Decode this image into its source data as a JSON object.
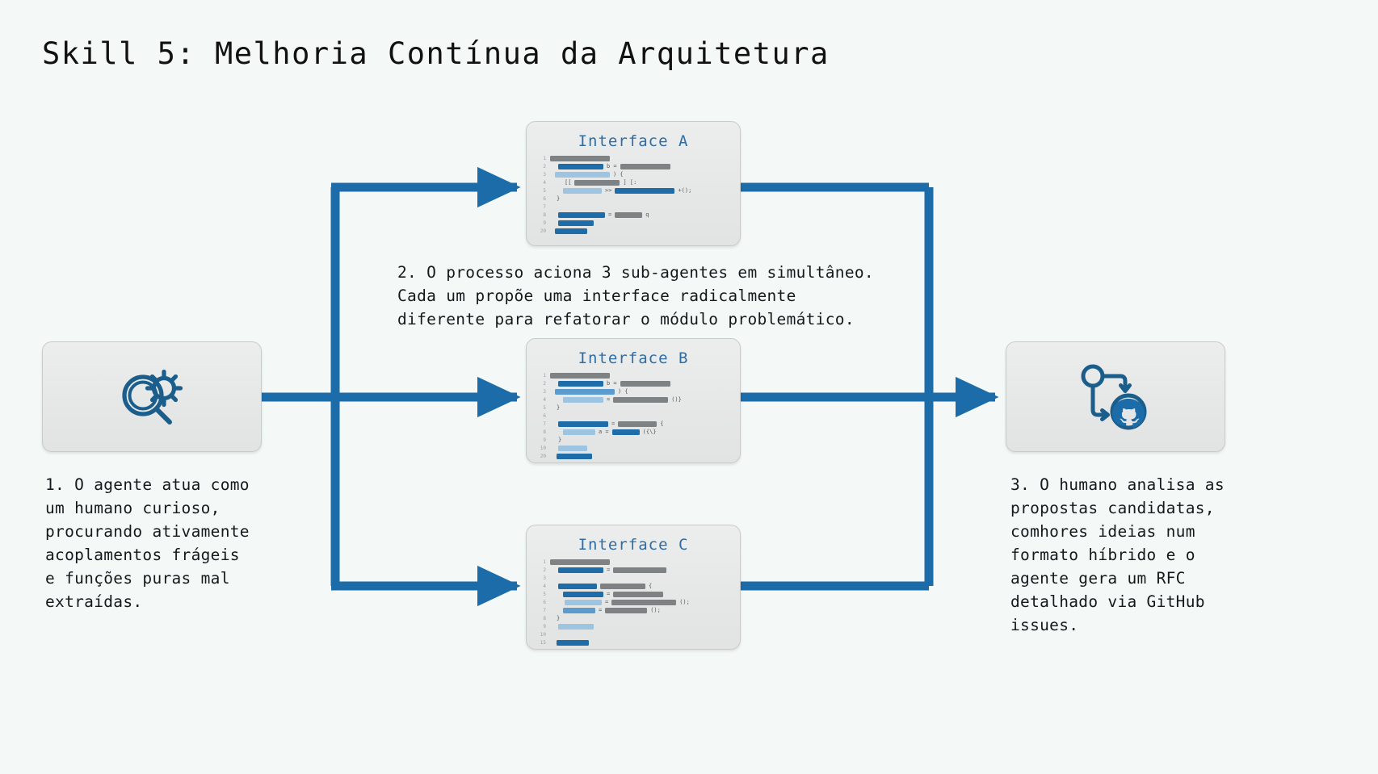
{
  "page": {
    "title": "Skill 5: Melhoria Contínua da Arquitetura",
    "background_color": "#f4f9f8",
    "accent_color": "#1b6ca8",
    "card_color": "#e8e9e9",
    "title_color": "#111111"
  },
  "nodes": {
    "agent": {
      "icon": "magnifier-gear-icon",
      "caption": "1. O agente atua como\num humano curioso,\nprocurando ativamente\nacoplamentos frágeis\ne funções puras mal\nextraídas."
    },
    "human": {
      "icon": "github-flow-icon",
      "caption": "3. O humano analisa as\npropostas candidatas,\ncomhores ideias num\nformato híbrido e o\nagente gera um RFC\ndetalhado via GitHub\nissues."
    },
    "middle_caption": "2. O processo aciona 3 sub-agentes em simultâneo.\nCada um propõe uma interface radicalmente\ndiferente para refatorar o módulo problemático."
  },
  "interfaces": [
    {
      "id": "a",
      "title": "Interface A",
      "line_numbers": [
        "1",
        "2",
        "3",
        "4",
        "5",
        "6",
        "7",
        "8",
        "9",
        "20"
      ],
      "code_lines": [
        [
          {
            "w": 74,
            "c": "dark"
          }
        ],
        [
          {
            "indent": 10
          },
          {
            "w": 56,
            "c": "blue"
          },
          {
            "p": "b ="
          },
          {
            "w": 62,
            "c": "dark"
          }
        ],
        [
          {
            "indent": 6
          },
          {
            "w": 68,
            "c": "lblue"
          },
          {
            "p": ") {"
          }
        ],
        [
          {
            "indent": 18
          },
          {
            "p": "[["
          },
          {
            "w": 56,
            "c": "dark"
          },
          {
            "p": "] [:"
          }
        ],
        [
          {
            "indent": 16
          },
          {
            "w": 48,
            "c": "lblue"
          },
          {
            "p": ">>"
          },
          {
            "w": 74,
            "c": "blue"
          },
          {
            "p": "+();"
          }
        ],
        [
          {
            "indent": 8
          },
          {
            "p": "}"
          }
        ],
        [],
        [
          {
            "indent": 10
          },
          {
            "w": 58,
            "c": "blue"
          },
          {
            "p": "="
          },
          {
            "w": 34,
            "c": "dark"
          },
          {
            "p": "q"
          }
        ],
        [
          {
            "indent": 10
          },
          {
            "w": 44,
            "c": "blue"
          }
        ],
        [
          {
            "indent": 6
          },
          {
            "w": 40,
            "c": "blue"
          }
        ]
      ]
    },
    {
      "id": "b",
      "title": "Interface B",
      "line_numbers": [
        "1",
        "2",
        "3",
        "4",
        "5",
        "6",
        "7",
        "8",
        "9",
        "10",
        "20"
      ],
      "code_lines": [
        [
          {
            "w": 74,
            "c": "dark"
          }
        ],
        [
          {
            "indent": 10
          },
          {
            "w": 56,
            "c": "blue"
          },
          {
            "p": "b ="
          },
          {
            "w": 62,
            "c": "dark"
          }
        ],
        [
          {
            "indent": 6
          },
          {
            "w": 74,
            "c": "mblue"
          },
          {
            "p": ") {"
          }
        ],
        [
          {
            "indent": 16
          },
          {
            "w": 50,
            "c": "lblue"
          },
          {
            "p": "="
          },
          {
            "w": 68,
            "c": "dark"
          },
          {
            "p": "()}"
          }
        ],
        [
          {
            "indent": 8
          },
          {
            "p": "}"
          }
        ],
        [],
        [
          {
            "indent": 10
          },
          {
            "w": 62,
            "c": "blue"
          },
          {
            "p": "="
          },
          {
            "w": 48,
            "c": "dark"
          },
          {
            "p": "{"
          }
        ],
        [
          {
            "indent": 16
          },
          {
            "w": 40,
            "c": "lblue"
          },
          {
            "p": "a ="
          },
          {
            "w": 34,
            "c": "blue"
          },
          {
            "p": "({\\}"
          }
        ],
        [
          {
            "indent": 10
          },
          {
            "p": "}"
          }
        ],
        [
          {
            "indent": 10
          },
          {
            "w": 36,
            "c": "lblue"
          }
        ],
        [
          {
            "indent": 8
          },
          {
            "w": 44,
            "c": "blue"
          }
        ]
      ]
    },
    {
      "id": "c",
      "title": "Interface C",
      "line_numbers": [
        "1",
        "2",
        "3",
        "4",
        "5",
        "6",
        "7",
        "8",
        "9",
        "10",
        "15"
      ],
      "code_lines": [
        [
          {
            "w": 74,
            "c": "dark"
          }
        ],
        [
          {
            "indent": 10
          },
          {
            "w": 56,
            "c": "blue"
          },
          {
            "p": "="
          },
          {
            "w": 66,
            "c": "dark"
          }
        ],
        [],
        [
          {
            "indent": 10
          },
          {
            "w": 48,
            "c": "blue"
          },
          {
            "w": 56,
            "c": "dark"
          },
          {
            "p": "{"
          }
        ],
        [
          {
            "indent": 16
          },
          {
            "w": 50,
            "c": "blue"
          },
          {
            "p": "="
          },
          {
            "w": 62,
            "c": "dark"
          }
        ],
        [
          {
            "indent": 18
          },
          {
            "w": 46,
            "c": "lblue"
          },
          {
            "p": "="
          },
          {
            "w": 80,
            "c": "dark"
          },
          {
            "p": "();"
          }
        ],
        [
          {
            "indent": 16
          },
          {
            "w": 40,
            "c": "mblue"
          },
          {
            "p": "="
          },
          {
            "w": 52,
            "c": "dark"
          },
          {
            "p": "();"
          }
        ],
        [
          {
            "indent": 8
          },
          {
            "p": "}"
          }
        ],
        [
          {
            "indent": 10
          },
          {
            "w": 44,
            "c": "lblue"
          }
        ],
        [],
        [
          {
            "indent": 8
          },
          {
            "w": 40,
            "c": "blue"
          }
        ]
      ]
    }
  ]
}
